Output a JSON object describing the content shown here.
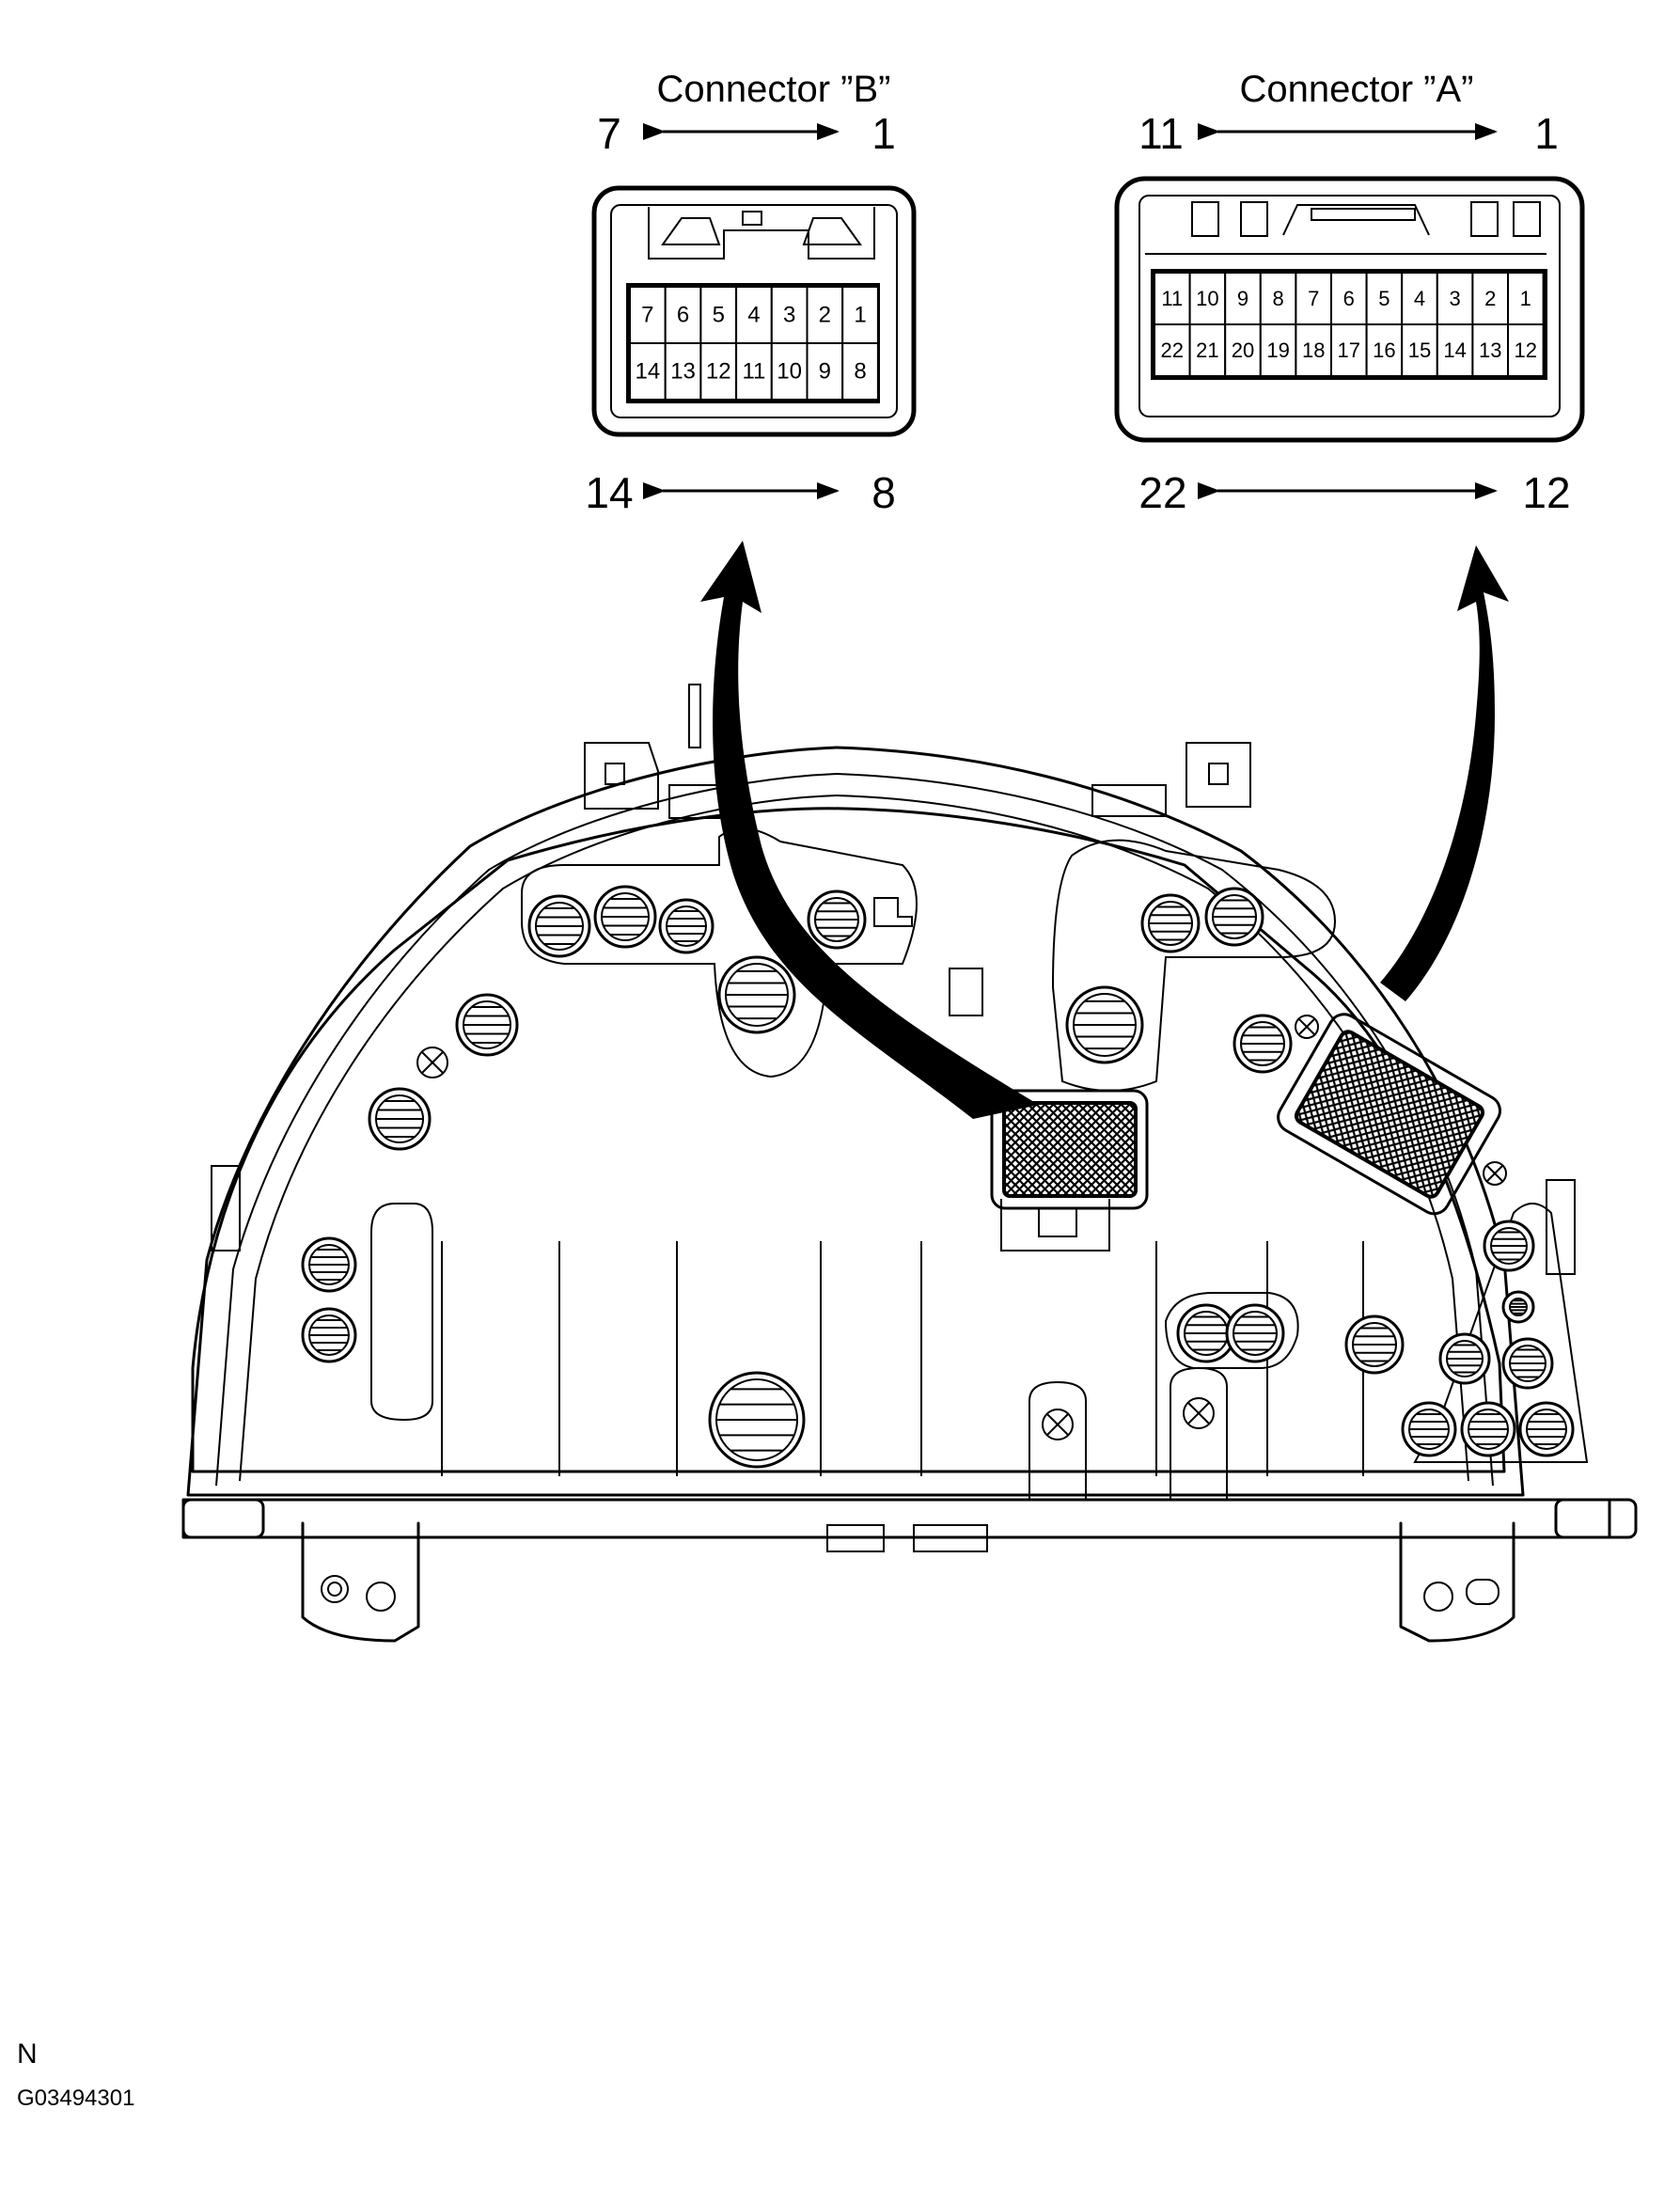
{
  "connector_b": {
    "title": "Connector ”B”",
    "top_left": "7",
    "top_right": "1",
    "bottom_left": "14",
    "bottom_right": "8",
    "row1": [
      "7",
      "6",
      "5",
      "4",
      "3",
      "2",
      "1"
    ],
    "row2": [
      "14",
      "13",
      "12",
      "11",
      "10",
      "9",
      "8"
    ]
  },
  "connector_a": {
    "title": "Connector ”A”",
    "top_left": "11",
    "top_right": "1",
    "bottom_left": "22",
    "bottom_right": "12",
    "row1": [
      "11",
      "10",
      "9",
      "8",
      "7",
      "6",
      "5",
      "4",
      "3",
      "2",
      "1"
    ],
    "row2": [
      "22",
      "21",
      "20",
      "19",
      "18",
      "17",
      "16",
      "15",
      "14",
      "13",
      "12"
    ]
  },
  "footer": {
    "view_code": "N",
    "figure_id": "G03494301"
  }
}
